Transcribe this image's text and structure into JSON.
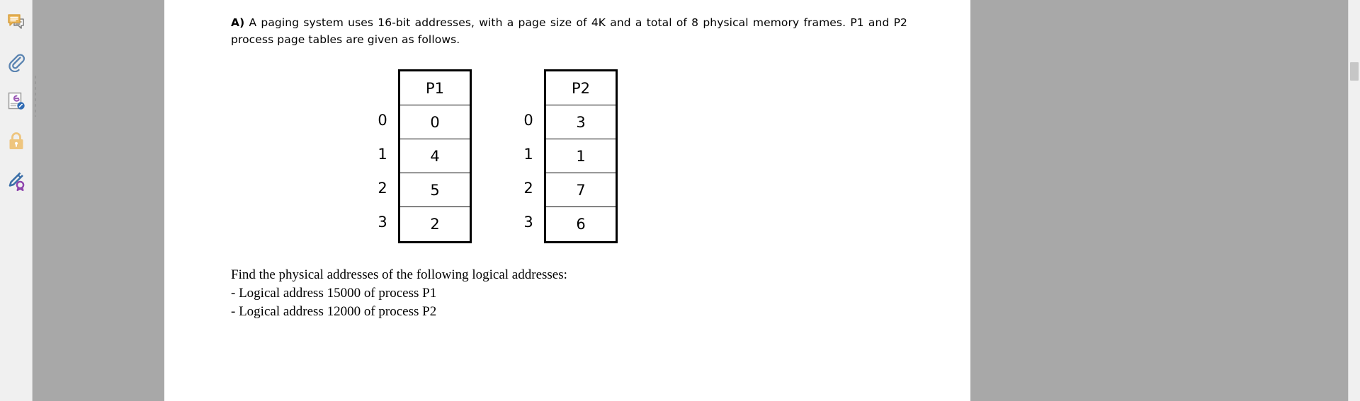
{
  "toolbar": {
    "items": [
      {
        "name": "comment-icon",
        "label": "Comment"
      },
      {
        "name": "attachment-icon",
        "label": "Attachment"
      },
      {
        "name": "stamp-document-icon",
        "label": "Stamp document"
      },
      {
        "name": "lock-icon",
        "label": "Protect / lock"
      },
      {
        "name": "sign-certificate-icon",
        "label": "Sign with certificate"
      }
    ]
  },
  "document": {
    "question_label": "A)",
    "question_text": " A paging system uses 16-bit addresses, with a page size of 4K and a total of 8 physical memory frames. P1 and P2 process page tables are given as follows.",
    "tables": [
      {
        "name": "P1",
        "header": "P1",
        "indices": [
          "0",
          "1",
          "2",
          "3"
        ],
        "frames": [
          "0",
          "4",
          "5",
          "2"
        ]
      },
      {
        "name": "P2",
        "header": "P2",
        "indices": [
          "0",
          "1",
          "2",
          "3"
        ],
        "frames": [
          "3",
          "1",
          "7",
          "6"
        ]
      }
    ],
    "prompt": "Find the physical addresses of the following logical addresses:",
    "bullets": [
      "- Logical address 15000 of process P1",
      "- Logical address 12000 of process P2"
    ]
  },
  "colors": {
    "page_background": "#a8a8a8",
    "page": "#ffffff",
    "rail": "#f0f0f0",
    "comment_accent": "#eab455",
    "attachment_accent": "#5b84b1",
    "lock_accent": "#eec57e",
    "sign_accent": "#8e44ad"
  },
  "scrollbar": {
    "position": "top"
  }
}
